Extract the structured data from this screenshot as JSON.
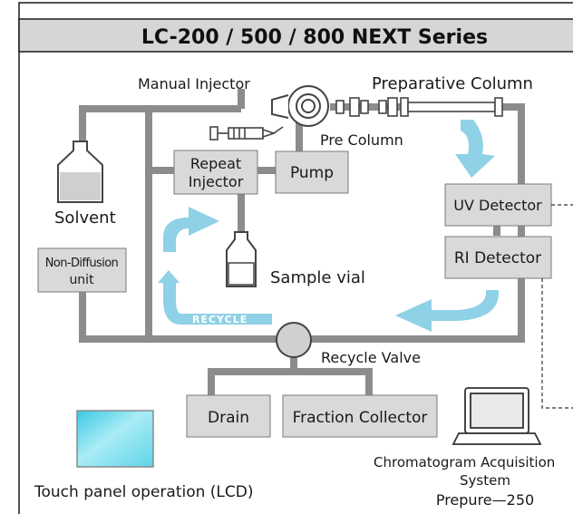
{
  "title": "LC-200 / 500 / 800 NEXT Series",
  "labels": {
    "manual_injector": "Manual Injector",
    "preparative_column": "Preparative Column",
    "pre_column": "Pre Column",
    "repeat_injector_line1": "Repeat",
    "repeat_injector_line2": "Injector",
    "pump": "Pump",
    "solvent": "Solvent",
    "uv_detector": "UV Detector",
    "ri_detector": "RI Detector",
    "non_diffusion_line1": "Non-Diffusion",
    "non_diffusion_line2": "unit",
    "sample_vial": "Sample vial",
    "recycle": "RECYCLE",
    "recycle_valve": "Recycle Valve",
    "drain": "Drain",
    "fraction_collector": "Fraction Collector",
    "touch_panel": "Touch panel operation (LCD)",
    "chromatogram_line1": "Chromatogram Acquisition",
    "chromatogram_line2": "System",
    "chromatogram_line3": "Prepure—250"
  },
  "colors": {
    "pipe": "#8c8c8c",
    "box_fill": "#d9d9d9",
    "box_stroke": "#7a7a7a",
    "arrow": "#8fd1e6",
    "title_bg": "#d6d6d6",
    "lcd_fill": "#63d3e8"
  }
}
